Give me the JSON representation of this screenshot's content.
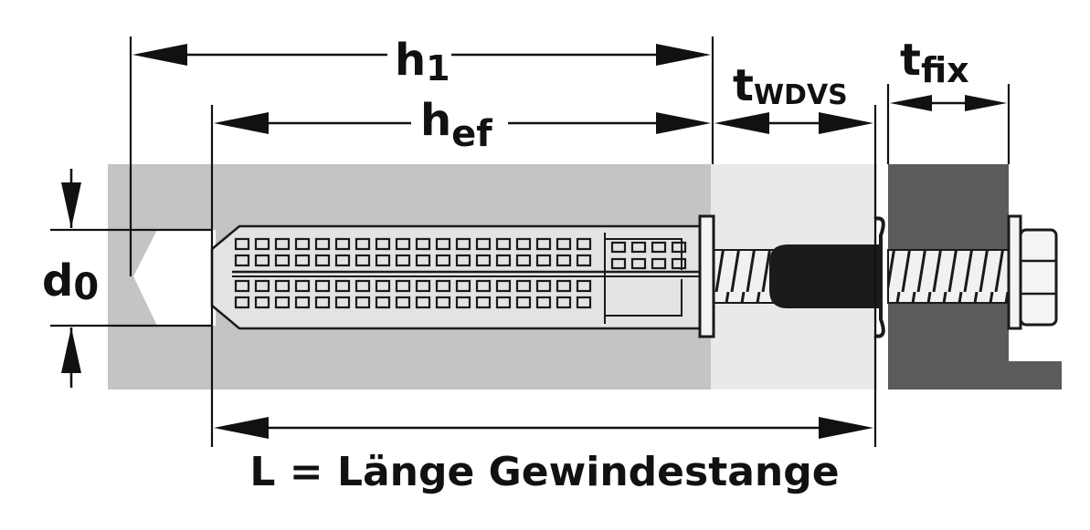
{
  "labels": {
    "h1": {
      "main": "h",
      "sub": "1"
    },
    "hef": {
      "main": "h",
      "sub": "ef"
    },
    "twdvs": {
      "main": "t",
      "sub": "WDVS"
    },
    "tfix": {
      "main": "t",
      "sub": "fix"
    },
    "d0": {
      "main": "d",
      "sub": "0"
    },
    "L": "L = Länge Gewindestange"
  },
  "colors": {
    "base_material": "#c4c4c4",
    "insulation": "#e9e9e9",
    "fixture": "#5b5b5b",
    "dark": "#111111",
    "anchor_sleeve": "#e3e3e3"
  }
}
